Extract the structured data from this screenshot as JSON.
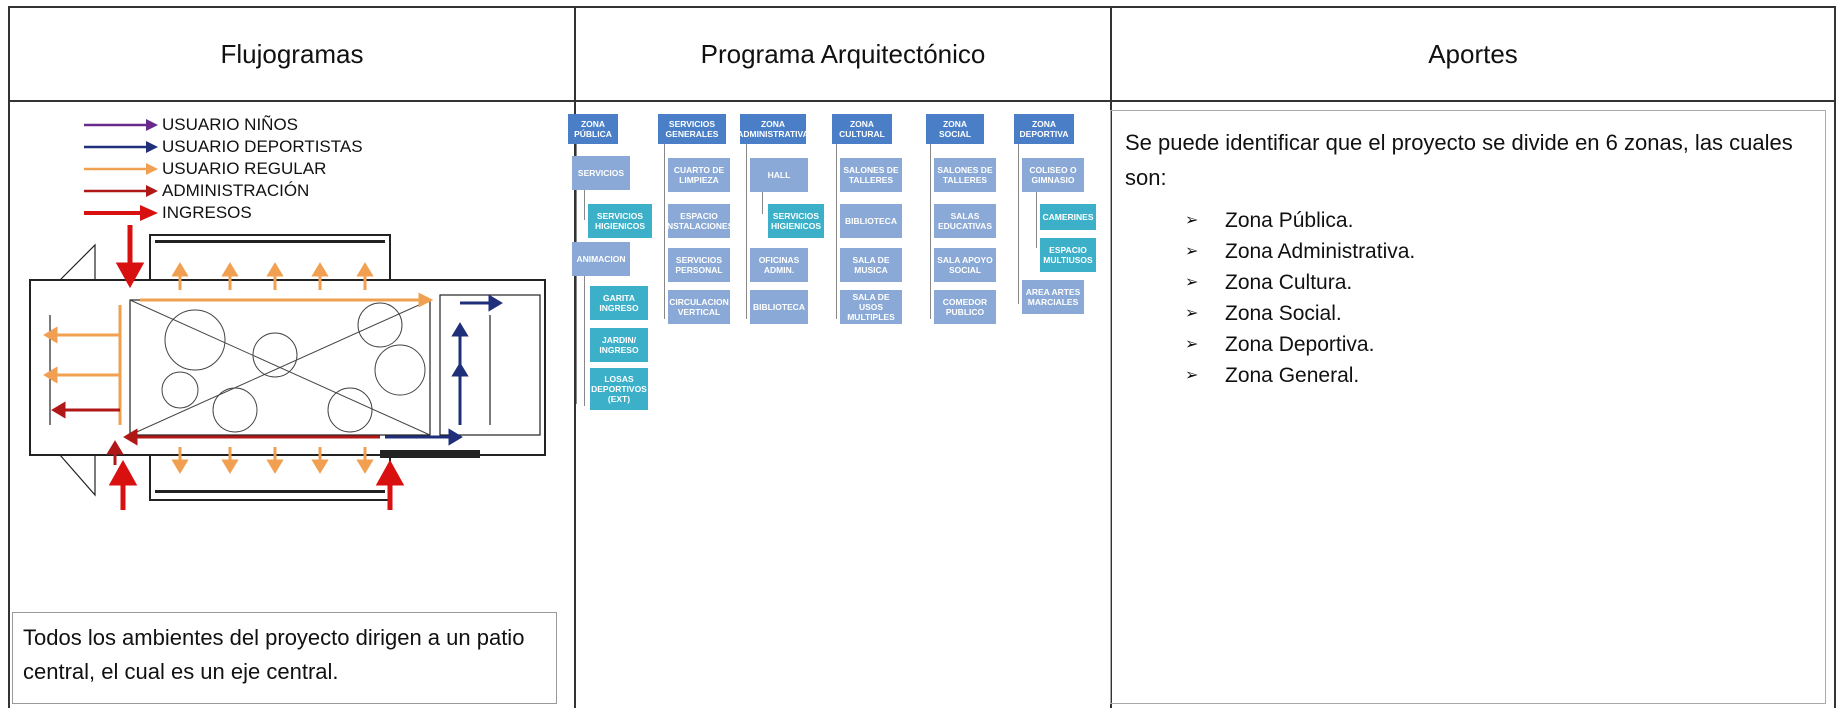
{
  "headers": {
    "col1": "Flujogramas",
    "col2": "Programa Arquitectónico",
    "col3": "Aportes"
  },
  "legend": [
    {
      "label": "USUARIO NIÑOS",
      "color": "#6a2a8c"
    },
    {
      "label": "USUARIO DEPORTISTAS",
      "color": "#1f2f7a"
    },
    {
      "label": "USUARIO REGULAR",
      "color": "#f0a050"
    },
    {
      "label": "ADMINISTRACIÓN",
      "color": "#b01818"
    },
    {
      "label": "INGRESOS",
      "color": "#d81010"
    }
  ],
  "flujo_note": "Todos los ambientes del proyecto dirigen a un patio central, el cual es un eje central.",
  "programa": {
    "heads": [
      "ZONA PÚBLICA",
      "SERVICIOS GENERALES",
      "ZONA ADMINISTRATIVA",
      "ZONA CULTURAL",
      "ZONA SOCIAL",
      "ZONA DEPORTIVA"
    ],
    "publica": {
      "sub1": "SERVICIOS",
      "sub1_leaf": "SERVICIOS HIGIENICOS",
      "sub2": "ANIMACION",
      "leaves": [
        "GARITA INGRESO",
        "JARDIN/ INGRESO",
        "LOSAS DEPORTIVOS (EXT)"
      ]
    },
    "generales": [
      "CUARTO DE LIMPIEZA",
      "ESPACIO INSTALACIONES",
      "SERVICIOS PERSONAL",
      "CIRCULACION VERTICAL"
    ],
    "administrativa": {
      "items": [
        "HALL",
        "OFICINAS ADMIN.",
        "BIBLIOTECA"
      ],
      "leaf": "SERVICIOS HIGIENICOS"
    },
    "cultural": [
      "SALONES DE TALLERES",
      "BIBLIOTECA",
      "SALA DE MUSICA",
      "SALA DE USOS MULTIPLES"
    ],
    "social": [
      "SALONES DE TALLERES",
      "SALAS EDUCATIVAS",
      "SALA APOYO SOCIAL",
      "COMEDOR PUBLICO"
    ],
    "deportiva": {
      "items": [
        "COLISEO O GIMNASIO",
        "AREA ARTES MARCIALES"
      ],
      "leaves": [
        "CAMERINES",
        "ESPACIO MULTIUSOS"
      ]
    }
  },
  "aportes": {
    "intro": "Se puede identificar que el proyecto se divide en 6 zonas, las cuales son:",
    "bullet": "➢",
    "zones": [
      "Zona Pública.",
      "Zona Administrativa.",
      "Zona Cultura.",
      "Zona Social.",
      "Zona Deportiva.",
      "Zona General."
    ]
  }
}
